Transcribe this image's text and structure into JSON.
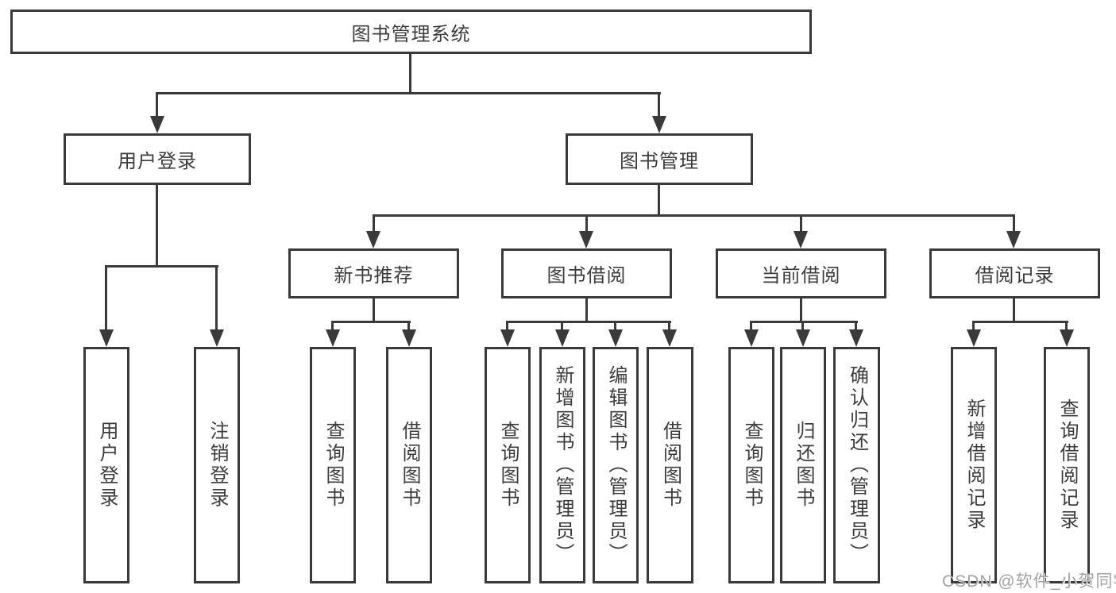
{
  "diagram": {
    "title_node": "图书管理系统",
    "nodes": {
      "user_login": "用户登录",
      "book_manage": "图书管理",
      "new_book_recommend": "新书推荐",
      "book_borrow": "图书借阅",
      "current_borrow": "当前借阅",
      "borrow_records": "借阅记录"
    },
    "login_children": [
      "用户登录",
      "注销登录"
    ],
    "recommend_children": [
      "查询图书",
      "借阅图书"
    ],
    "borrow_children": [
      "查询图书",
      "新增图书（管理员）",
      "编辑图书（管理员）",
      "借阅图书"
    ],
    "current_children": [
      "查询图书",
      "归还图书",
      "确认归还（管理员）"
    ],
    "records_children": [
      "新增借阅记录",
      "查询借阅记录"
    ]
  },
  "watermark": {
    "text": "CSDN @软件_小贺同学"
  },
  "colors": {
    "background": "#ffffff",
    "line": "#3a3a3a",
    "box_border": "#3a3a3a",
    "text": "#3c3c3c",
    "watermark": "#a2a2a2"
  }
}
